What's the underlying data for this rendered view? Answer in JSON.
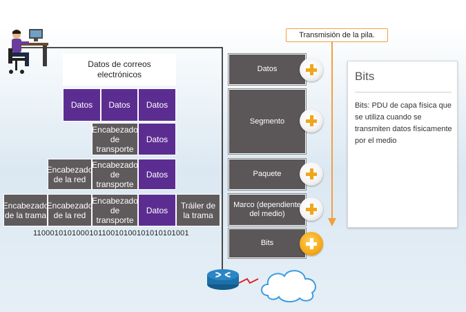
{
  "title_tag": "Transmisión de la pila.",
  "email_label": "Datos de correos electrónicos",
  "row_segment": [
    "Datos",
    "Datos",
    "Datos"
  ],
  "row_transport": {
    "header": "Encabezado de transporte",
    "data": "Datos"
  },
  "row_network": {
    "net_header": "Encabezado de la red",
    "transport_header": "Encabezado de transporte",
    "data": "Datos"
  },
  "row_frame": {
    "frame_header": "Encabezado de la trama",
    "net_header": "Encabezado de la red",
    "transport_header": "Encabezado de transporte",
    "data": "Datos",
    "trailer": "Tráiler de la trama"
  },
  "bitstream": "110001010100010110010100101010101001",
  "layers": [
    {
      "label": "Datos"
    },
    {
      "label": "Segmento"
    },
    {
      "label": "Paquete"
    },
    {
      "label": "Marco (dependiente del medio)"
    },
    {
      "label": "Bits"
    }
  ],
  "info_panel": {
    "heading": "Bits",
    "body": "Bits: PDU de capa física que se utiliza cuando se transmiten datos físicamente por el medio"
  },
  "colors": {
    "purple": "#5c2d91",
    "layer_gray": "#5b5657",
    "accent_orange": "#f0a040",
    "plus_active": "#f6a91a"
  }
}
